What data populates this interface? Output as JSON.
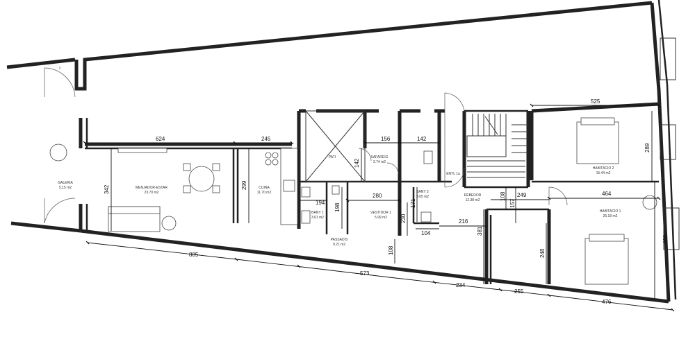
{
  "plan": {
    "rooms": [
      {
        "id": "galeria",
        "name": "GALERIA",
        "area": "5.15 m2"
      },
      {
        "id": "menjador",
        "name": "MENJADOR-ESTAR",
        "area": "23.70 m2"
      },
      {
        "id": "cuina",
        "name": "CUINA",
        "area": "11.70 m2"
      },
      {
        "id": "pati",
        "name": "PATI",
        "area": ""
      },
      {
        "id": "safareig",
        "name": "SAFAREIG",
        "area": "2.74 m2"
      },
      {
        "id": "bany1",
        "name": "BANY 1",
        "area": "3.61 m2"
      },
      {
        "id": "vestidor",
        "name": "VESTIDOR 1",
        "area": "5.99 m2"
      },
      {
        "id": "passadis",
        "name": "PASSADIS",
        "area": "9.21 m2"
      },
      {
        "id": "bany2",
        "name": "BANY 2",
        "area": "3.05 m2"
      },
      {
        "id": "rebedor",
        "name": "REBEDOR",
        "area": "12.38 m2"
      },
      {
        "id": "entl",
        "name": "ENTL 1a",
        "area": ""
      },
      {
        "id": "habitacio2",
        "name": "HABITACIO 2",
        "area": "15.44 m2"
      },
      {
        "id": "habitacio1",
        "name": "HABITACIO 1",
        "area": "26.18 m2"
      }
    ],
    "dimensions": [
      {
        "id": "d624",
        "text": "624"
      },
      {
        "id": "d245",
        "text": "245"
      },
      {
        "id": "d156",
        "text": "156"
      },
      {
        "id": "d142a",
        "text": "142"
      },
      {
        "id": "d525",
        "text": "525"
      },
      {
        "id": "d289",
        "text": "289"
      },
      {
        "id": "d342",
        "text": "342"
      },
      {
        "id": "d299",
        "text": "299"
      },
      {
        "id": "d142b",
        "text": "142"
      },
      {
        "id": "d280",
        "text": "280"
      },
      {
        "id": "d194",
        "text": "194"
      },
      {
        "id": "d198",
        "text": "198"
      },
      {
        "id": "d230",
        "text": "230"
      },
      {
        "id": "d171",
        "text": "171"
      },
      {
        "id": "d104",
        "text": "104"
      },
      {
        "id": "d216",
        "text": "216"
      },
      {
        "id": "d108a",
        "text": "108"
      },
      {
        "id": "d157",
        "text": "157"
      },
      {
        "id": "d249",
        "text": "249"
      },
      {
        "id": "d464",
        "text": "464"
      },
      {
        "id": "d381",
        "text": "381"
      },
      {
        "id": "d248",
        "text": "248"
      },
      {
        "id": "d460",
        "text": "460"
      },
      {
        "id": "d108b",
        "text": "108"
      },
      {
        "id": "d885",
        "text": "885"
      },
      {
        "id": "d573",
        "text": "573"
      },
      {
        "id": "d234",
        "text": "234"
      },
      {
        "id": "d255",
        "text": "255"
      },
      {
        "id": "d476",
        "text": "476"
      }
    ]
  }
}
